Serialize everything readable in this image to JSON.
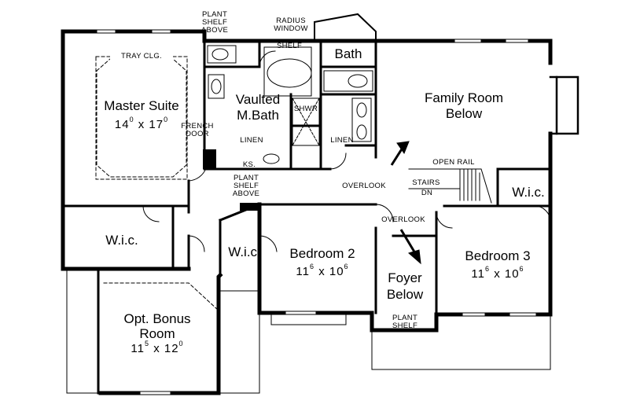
{
  "rooms": {
    "master": {
      "name": "Master Suite",
      "w": "14",
      "ws": "0",
      "h": "17",
      "hs": "0"
    },
    "family": {
      "l1": "Family Room",
      "l2": "Below"
    },
    "bath": {
      "name": "Bath"
    },
    "vaulted": {
      "l1": "Vaulted",
      "l2": "M.Bath"
    },
    "bed2": {
      "name": "Bedroom 2",
      "w": "11",
      "ws": "6",
      "h": "10",
      "hs": "6"
    },
    "bed3": {
      "name": "Bedroom 3",
      "w": "11",
      "ws": "6",
      "h": "10",
      "hs": "6"
    },
    "foyer": {
      "l1": "Foyer",
      "l2": "Below"
    },
    "bonus": {
      "l1": "Opt. Bonus",
      "l2": "Room",
      "w": "11",
      "ws": "5",
      "h": "12",
      "hs": "0"
    },
    "wic_master": {
      "name": "W.i.c."
    },
    "wic_mid": {
      "name": "W.i.c."
    },
    "wic_right": {
      "name": "W.i.c."
    }
  },
  "notes": {
    "tray": "TRAY CLG.",
    "plant_shelf_above_l1": "PLANT",
    "plant_shelf_above_l2": "SHELF",
    "plant_shelf_above_l3": "ABOVE",
    "radius_l1": "RADIUS",
    "radius_l2": "WINDOW",
    "shelf": "SHELF",
    "shwr": "SHWR",
    "linen1": "LINEN",
    "linen2": "LINEN",
    "ks": "KS.",
    "french_l1": "FRENCH",
    "french_l2": "DOOR",
    "plant2_l1": "PLANT",
    "plant2_l2": "SHELF",
    "plant2_l3": "ABOVE",
    "overlook1": "OVERLOOK",
    "overlook2": "OVERLOOK",
    "open_rail": "OPEN RAIL",
    "stairs": "STAIRS",
    "dn": "DN",
    "plant_shelf_l1": "PLANT",
    "plant_shelf_l2": "SHELF"
  },
  "separator": "x"
}
